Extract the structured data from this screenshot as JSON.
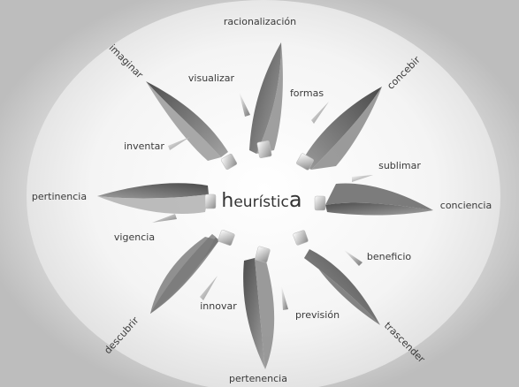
{
  "diagram": {
    "center_prefix": "h",
    "center_middle": "eurístic",
    "center_suffix": "a",
    "labels": {
      "racionalizacion": "racionalización",
      "concebir": "concebir",
      "formas": "formas",
      "visualizar": "visualizar",
      "imaginar": "imaginar",
      "inventar": "inventar",
      "sublimar": "sublimar",
      "conciencia": "conciencia",
      "pertinencia": "pertinencia",
      "vigencia": "vigencia",
      "beneficio": "beneficio",
      "innovar": "innovar",
      "prevision": "previsión",
      "descubrir": "descubrir",
      "trascender": "trascender",
      "pertenencia": "pertenencia"
    }
  }
}
